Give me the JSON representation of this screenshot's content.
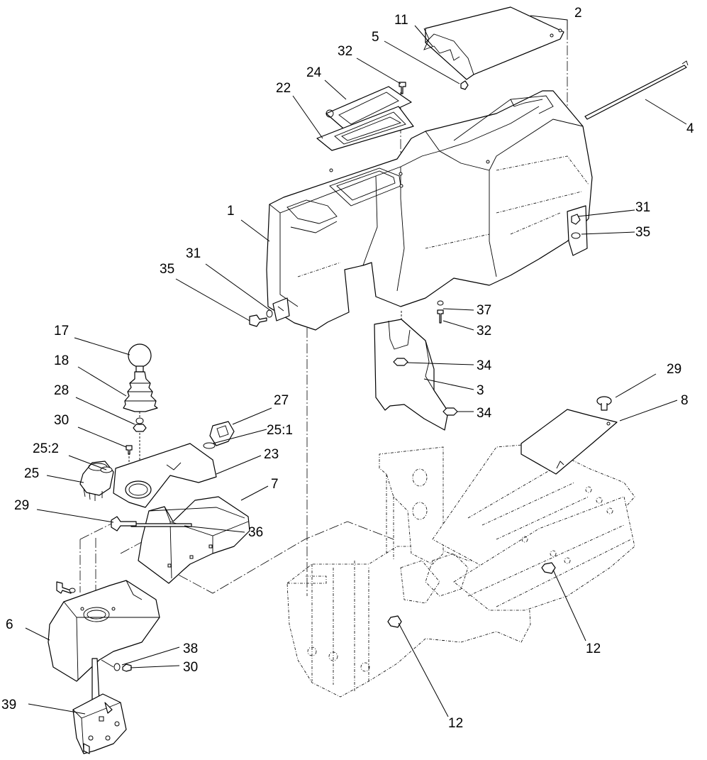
{
  "diagram": {
    "callouts": [
      "2",
      "11",
      "5",
      "32",
      "24",
      "22",
      "4",
      "1",
      "31",
      "35",
      "31",
      "35",
      "37",
      "32",
      "34",
      "3",
      "34",
      "17",
      "18",
      "28",
      "27",
      "30",
      "25:1",
      "25:2",
      "23",
      "25",
      "7",
      "29",
      "36",
      "29",
      "8",
      "12",
      "6",
      "38",
      "30",
      "39",
      "12"
    ]
  }
}
